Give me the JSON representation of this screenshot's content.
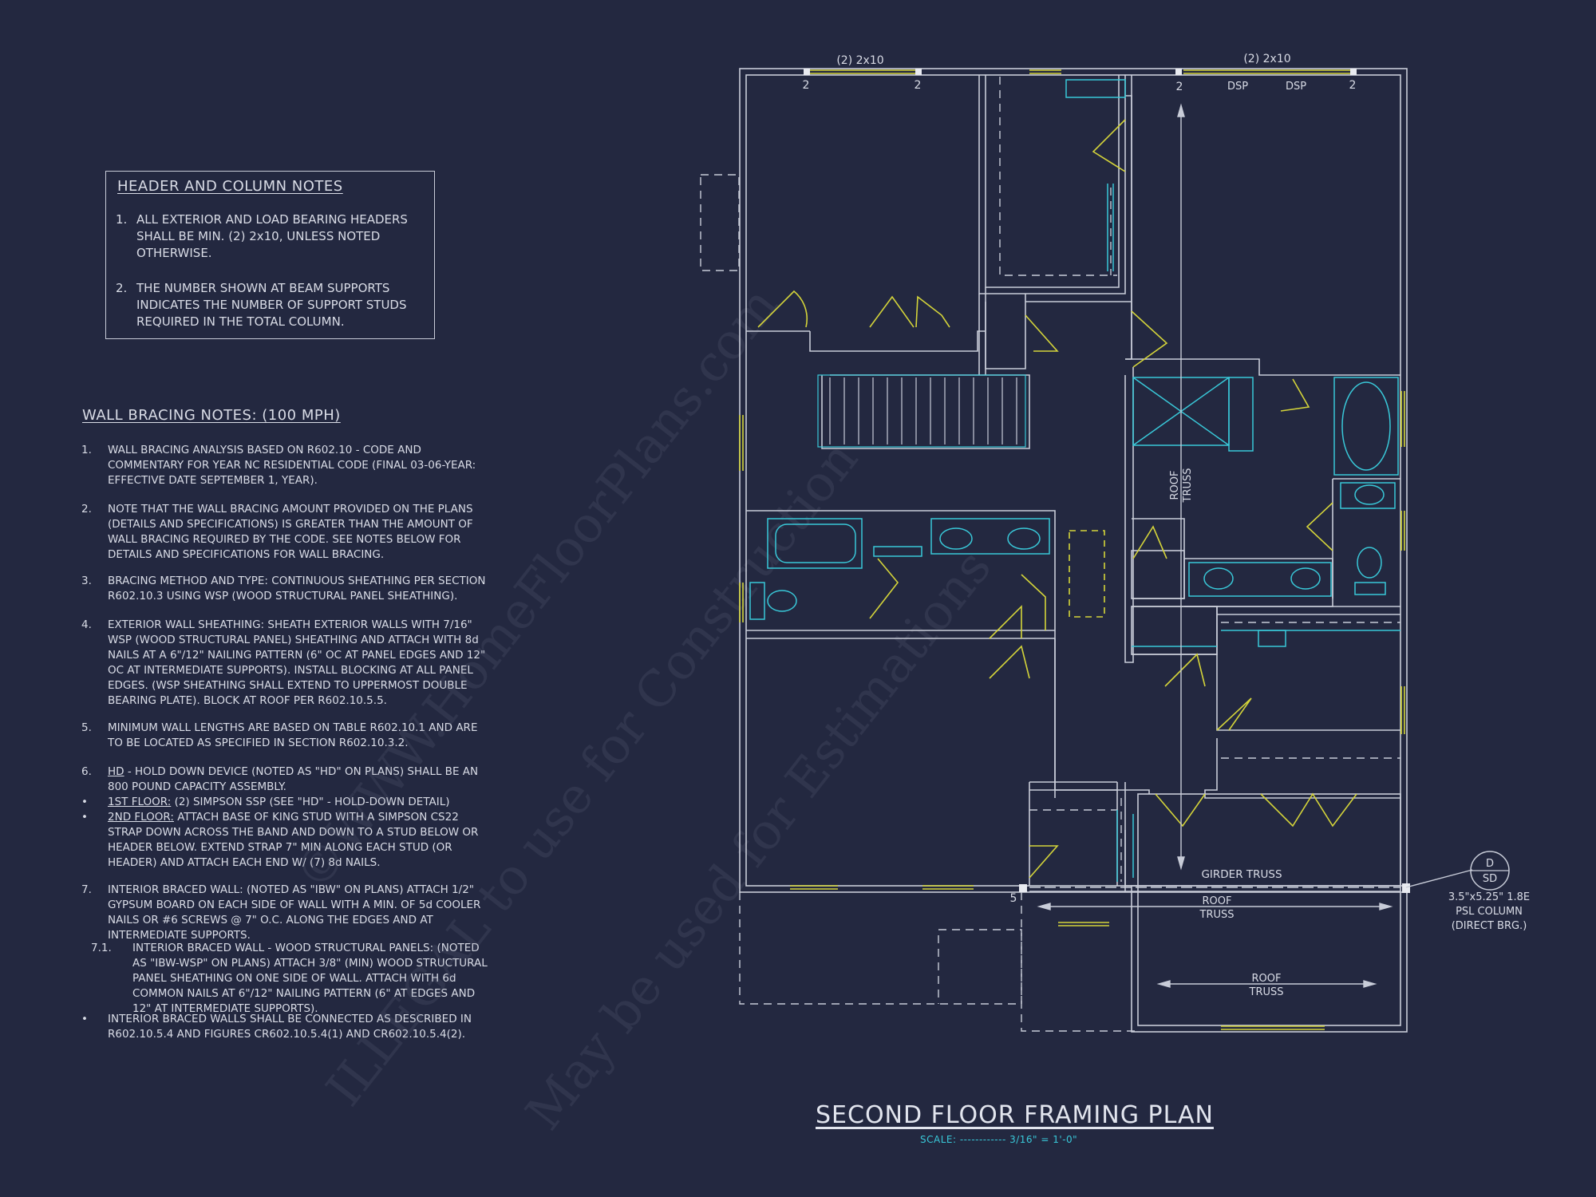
{
  "header_notes": {
    "title": "HEADER AND COLUMN NOTES",
    "items": [
      {
        "num": "1.",
        "text": "ALL EXTERIOR AND LOAD BEARING HEADERS SHALL BE MIN. (2) 2x10, UNLESS NOTED OTHERWISE."
      },
      {
        "num": "2.",
        "text": "THE NUMBER SHOWN AT BEAM SUPPORTS INDICATES THE NUMBER OF SUPPORT STUDS REQUIRED IN THE TOTAL COLUMN."
      }
    ]
  },
  "wall_bracing": {
    "title": "WALL BRACING NOTES: (100 MPH)",
    "items": [
      {
        "num": "1.",
        "text": "WALL BRACING ANALYSIS BASED ON R602.10 - CODE AND COMMENTARY FOR YEAR NC RESIDENTIAL CODE (FINAL 03-06-YEAR: EFFECTIVE DATE SEPTEMBER 1, YEAR)."
      },
      {
        "num": "2.",
        "text": "NOTE THAT THE WALL BRACING AMOUNT PROVIDED ON THE PLANS (DETAILS AND SPECIFICATIONS) IS GREATER THAN THE AMOUNT OF WALL BRACING REQUIRED BY THE CODE. SEE NOTES BELOW FOR DETAILS AND SPECIFICATIONS FOR WALL BRACING."
      },
      {
        "num": "3.",
        "text": "BRACING METHOD AND TYPE: CONTINUOUS SHEATHING PER SECTION R602.10.3 USING WSP (WOOD STRUCTURAL PANEL SHEATHING)."
      },
      {
        "num": "4.",
        "text": "EXTERIOR WALL SHEATHING: SHEATH EXTERIOR WALLS WITH 7/16\" WSP (WOOD STRUCTURAL PANEL) SHEATHING AND ATTACH WITH 8d NAILS AT A 6\"/12\" NAILING PATTERN (6\" OC AT PANEL EDGES AND 12\" OC AT INTERMEDIATE SUPPORTS). INSTALL BLOCKING AT ALL PANEL EDGES. (WSP SHEATHING SHALL EXTEND TO UPPERMOST DOUBLE BEARING PLATE). BLOCK AT ROOF PER R602.10.5.5."
      },
      {
        "num": "5.",
        "text": "MINIMUM WALL LENGTHS ARE BASED ON TABLE R602.10.1 AND ARE TO BE LOCATED AS SPECIFIED IN SECTION R602.10.3.2."
      },
      {
        "num": "6.",
        "lead": "HD",
        "text": " - HOLD DOWN DEVICE (NOTED AS \"HD\" ON PLANS) SHALL BE AN 800 POUND CAPACITY ASSEMBLY."
      },
      {
        "num": "•",
        "lead": "1ST FLOOR:",
        "text": " (2) SIMPSON SSP (SEE \"HD\" - HOLD-DOWN DETAIL)"
      },
      {
        "num": "•",
        "lead": "2ND FLOOR:",
        "text": " ATTACH BASE OF KING STUD WITH A SIMPSON CS22 STRAP DOWN ACROSS THE BAND AND DOWN TO A STUD BELOW OR HEADER BELOW.  EXTEND STRAP 7\" MIN ALONG EACH STUD (OR HEADER) AND ATTACH EACH END W/ (7) 8d NAILS."
      },
      {
        "num": "7.",
        "text": "INTERIOR BRACED WALL: (NOTED AS \"IBW\" ON PLANS) ATTACH 1/2\" GYPSUM BOARD ON EACH SIDE OF WALL WITH A MIN. OF 5d COOLER NAILS OR #6 SCREWS @ 7\" O.C. ALONG THE EDGES AND AT INTERMEDIATE SUPPORTS."
      },
      {
        "num": "7.1.",
        "text": "INTERIOR BRACED WALL - WOOD STRUCTURAL PANELS: (NOTED AS \"IBW-WSP\" ON PLANS) ATTACH 3/8\" (MIN) WOOD STRUCTURAL PANEL SHEATHING ON ONE SIDE OF WALL. ATTACH WITH 6d COMMON NAILS AT 6\"/12\" NAILING PATTERN (6\" AT EDGES AND 12\" AT INTERMEDIATE SUPPORTS)."
      },
      {
        "num": "•",
        "text": "INTERIOR BRACED WALLS SHALL BE CONNECTED AS DESCRIBED IN R602.10.5.4 AND FIGURES CR602.10.5.4(1) AND CR602.10.5.4(2)."
      }
    ]
  },
  "plan": {
    "title": "SECOND FLOOR FRAMING PLAN",
    "scale": "SCALE: ------------ 3/16\" = 1'-0\"",
    "header_left": "(2) 2x10",
    "header_right": "(2) 2x10",
    "support_2": "2",
    "support_5": "5",
    "dsp": "DSP",
    "roof_truss_line1": "ROOF",
    "roof_truss_line2": "TRUSS",
    "girder_truss": "GIRDER TRUSS",
    "column_tag_top": "D",
    "column_tag_bottom": "SD",
    "column_note": [
      "3.5\"x5.25\" 1.8E",
      "PSL COLUMN",
      "(DIRECT BRG.)"
    ],
    "watermark": [
      "©WWW.HomeFloorPlans.com",
      "ILLEGAL to use for Construction",
      "May be used for Estimations"
    ]
  },
  "colors": {
    "background": "#232840",
    "wall": "#c8ccd8",
    "door": "#d4d43a",
    "fixture": "#39c8d8"
  }
}
